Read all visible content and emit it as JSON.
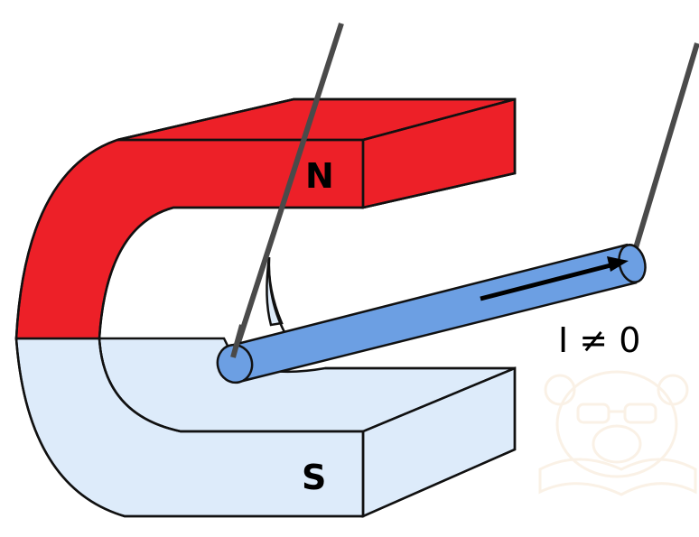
{
  "labels": {
    "north": "N",
    "south": "S",
    "current": "I ≠ 0"
  },
  "colors": {
    "north_pole": "#ED2028",
    "south_pole": "#DDEBFA",
    "rod": "#6C9FE3",
    "wire": "#4A4A4A",
    "outline": "#111111",
    "watermark": "#F6E7D2"
  },
  "icons": {
    "watermark": "bear-with-glasses-icon",
    "arrow": "current-direction-arrow-icon"
  }
}
